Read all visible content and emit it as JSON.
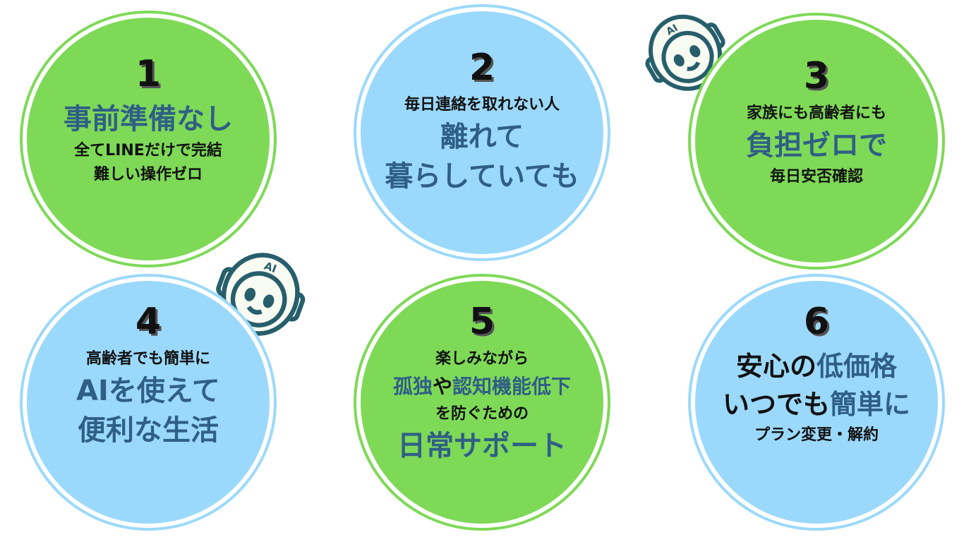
{
  "colors": {
    "green": "#7ed957",
    "blue": "#9bd9fc",
    "accent_text": "#2f5f86",
    "robot_outline": "#275e6c"
  },
  "robot_label": "AI",
  "cards": [
    {
      "number": "1",
      "lines": [
        "事前準備なし",
        "全てLINEだけで完結",
        "難しい操作ゼロ"
      ]
    },
    {
      "number": "2",
      "lines": [
        "毎日連絡を取れない人",
        "離れて",
        "暮らしていても"
      ]
    },
    {
      "number": "3",
      "lines": [
        "家族にも高齢者にも",
        "負担ゼロで",
        "毎日安否確認"
      ]
    },
    {
      "number": "4",
      "lines": [
        "高齢者でも簡単に",
        "AIを使えて",
        "便利な生活"
      ]
    },
    {
      "number": "5",
      "lines": [
        "楽しみながら",
        "孤独",
        "や",
        "認知機能低下",
        "を防ぐための",
        "日常サポート"
      ]
    },
    {
      "number": "6",
      "lines": [
        "安心の",
        "低価格",
        "いつでも",
        "簡単に",
        "プラン変更・解約"
      ]
    }
  ]
}
